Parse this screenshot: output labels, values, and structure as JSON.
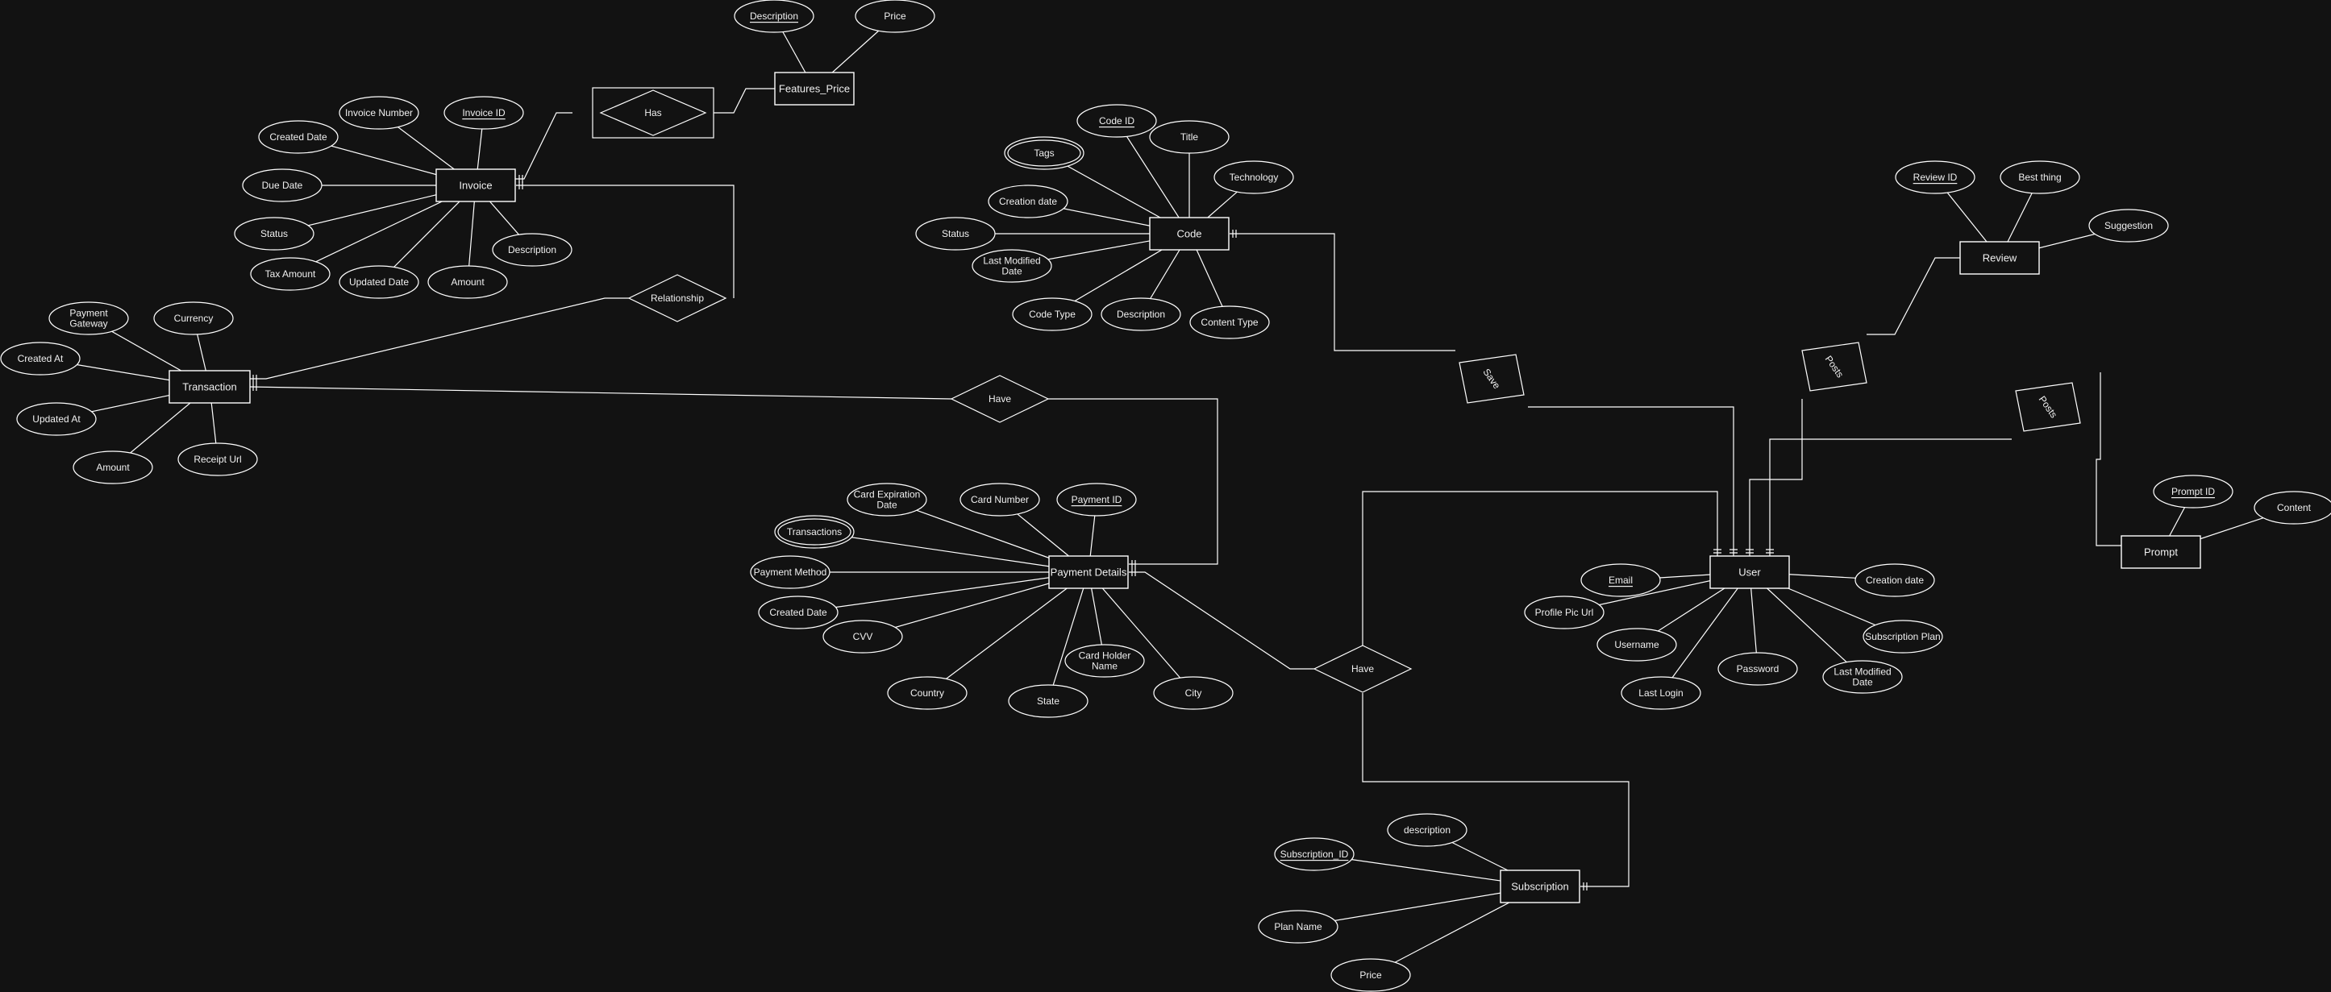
{
  "colors": {
    "background": "#121212",
    "stroke": "#ffffff",
    "text": "#f0f0f0"
  },
  "entities": {
    "features_price": "Features_Price",
    "invoice": "Invoice",
    "transaction": "Transaction",
    "code": "Code",
    "review": "Review",
    "payment_details": "Payment Details",
    "user": "User",
    "prompt": "Prompt",
    "subscription": "Subscription"
  },
  "relationships": {
    "has": "Has",
    "relationship": "Relationship",
    "have_transaction": "Have",
    "have_subscription": "Have",
    "save": "Save",
    "posts_review": "Posts",
    "posts_prompt": "Posts"
  },
  "attributes": {
    "fp_description": "Description",
    "fp_price": "Price",
    "inv_created_date": "Created Date",
    "inv_invoice_number": "Invoice Number",
    "inv_invoice_id": "Invoice ID",
    "inv_due_date": "Due Date",
    "inv_status": "Status",
    "inv_tax_amount": "Tax Amount",
    "inv_updated_date": "Updated Date",
    "inv_amount": "Amount",
    "inv_description": "Description",
    "tx_payment_gateway": "Payment Gateway",
    "tx_currency": "Currency",
    "tx_created_at": "Created At",
    "tx_updated_at": "Updated At",
    "tx_amount": "Amount",
    "tx_receipt_url": "Receipt Url",
    "code_id": "Code ID",
    "code_title": "Title",
    "code_tags": "Tags",
    "code_technology": "Technology",
    "code_creation_date": "Creation date",
    "code_status": "Status",
    "code_last_modified": "Last Modified Date",
    "code_type": "Code Type",
    "code_description": "Description",
    "code_content_type": "Content Type",
    "review_id": "Review ID",
    "review_best_thing": "Best thing",
    "review_suggestion": "Suggestion",
    "pd_card_expiration": "Card Expiration Date",
    "pd_card_number": "Card Number",
    "pd_payment_id": "Payment ID",
    "pd_transactions": "Transactions",
    "pd_payment_method": "Payment Method",
    "pd_created_date": "Created Date",
    "pd_cvv": "CVV",
    "pd_card_holder": "Card Holder Name",
    "pd_country": "Country",
    "pd_state": "State",
    "pd_city": "City",
    "prompt_id": "Prompt ID",
    "prompt_content": "Content",
    "user_email": "Email",
    "user_creation_date": "Creation date",
    "user_profile_pic": "Profile Pic Url",
    "user_username": "Username",
    "user_subscription_plan": "Subscription Plan",
    "user_password": "Password",
    "user_last_login": "Last Login",
    "user_last_modified": "Last Modified Date",
    "sub_description": "description",
    "sub_id": "Subscription_ID",
    "sub_plan_name": "Plan Name",
    "sub_price": "Price"
  }
}
